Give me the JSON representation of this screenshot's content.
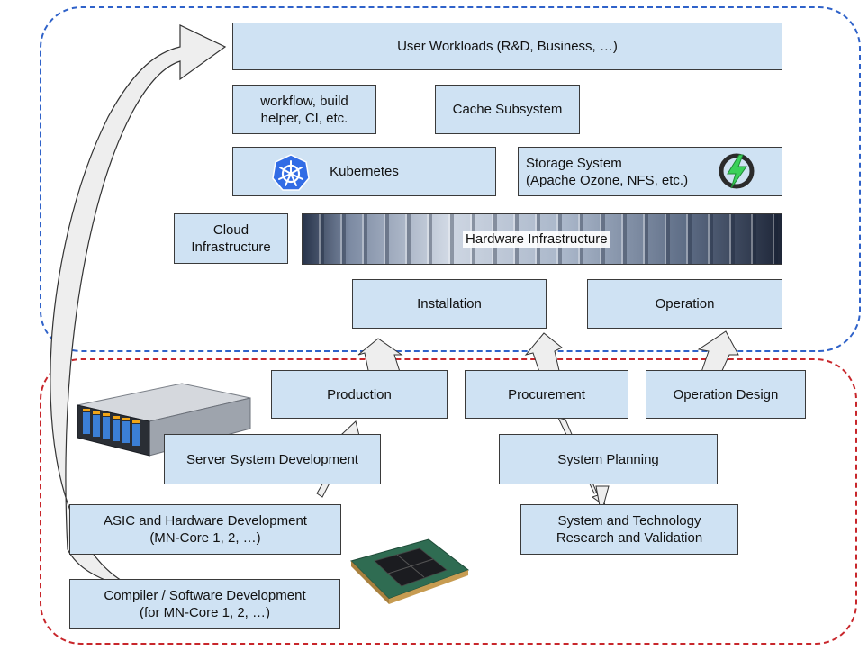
{
  "boxes": {
    "user_workloads": "User Workloads (R&D, Business, …)",
    "workflow": "workflow, build\nhelper, CI, etc.",
    "cache": "Cache Subsystem",
    "kubernetes": "Kubernetes",
    "storage": "Storage System\n(Apache Ozone, NFS, etc.)",
    "cloud": "Cloud\nInfrastructure",
    "hardware": "Hardware Infrastructure",
    "installation": "Installation",
    "operation": "Operation",
    "production": "Production",
    "procurement": "Procurement",
    "operation_design": "Operation Design",
    "server_dev": "Server System Development",
    "system_planning": "System Planning",
    "asic_dev": "ASIC and Hardware Development\n(MN-Core 1, 2, …)",
    "research": "System and Technology\nResearch and Validation",
    "compiler": "Compiler / Software Development\n(for MN-Core 1, 2, …)"
  },
  "icons": {
    "kubernetes": "kubernetes-logo",
    "storage": "apache-ozone-logo",
    "server": "server-chassis-image",
    "chip": "mn-core-chip-image"
  },
  "colors": {
    "box_fill": "#cfe2f3",
    "top_region_border": "#2f62c9",
    "bottom_region_border": "#c8262b",
    "arrow_fill": "#eeeeee"
  }
}
